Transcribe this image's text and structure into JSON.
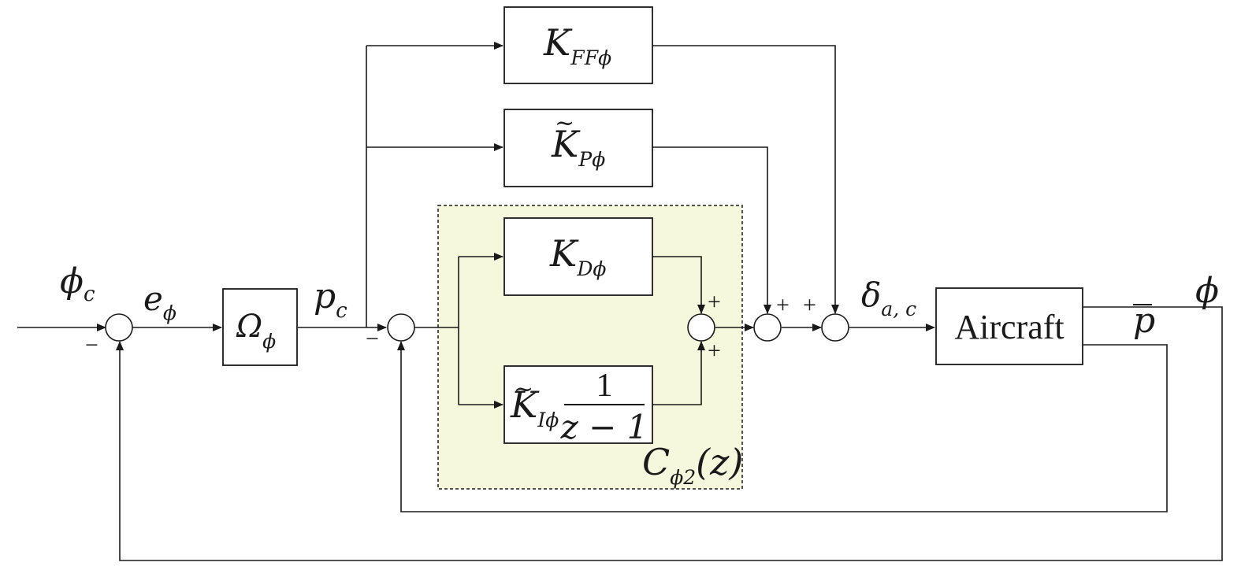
{
  "blocks": {
    "kff": {
      "main": "K",
      "sub": "FFϕ"
    },
    "kp": {
      "main": "K",
      "sub": "Pϕ"
    },
    "kd": {
      "main": "K",
      "sub": "Dϕ"
    },
    "ki": {
      "main": "K",
      "sub": "Iϕ",
      "numerator": "1",
      "denominator": "z − 1"
    },
    "omega": {
      "main": "Ω",
      "sub": "ϕ"
    },
    "aircraft": {
      "label": "Aircraft"
    }
  },
  "tilde": "~",
  "controller": {
    "label_main": "C",
    "label_sub": "ϕ2",
    "label_arg": "(z)"
  },
  "signals": {
    "phi_c": {
      "main": "ϕ",
      "sub": "c"
    },
    "e_phi": {
      "main": "e",
      "sub": "ϕ"
    },
    "p_c": {
      "main": "p",
      "sub": "c"
    },
    "delta": {
      "main": "δ",
      "sub": "a, c"
    },
    "phi_out": "ϕ",
    "p_bar": "p"
  },
  "signs": {
    "minus": "−",
    "plus": "+"
  },
  "colors": {
    "line": "#1a1a1a",
    "controller_fill": "#f5f8dc"
  }
}
